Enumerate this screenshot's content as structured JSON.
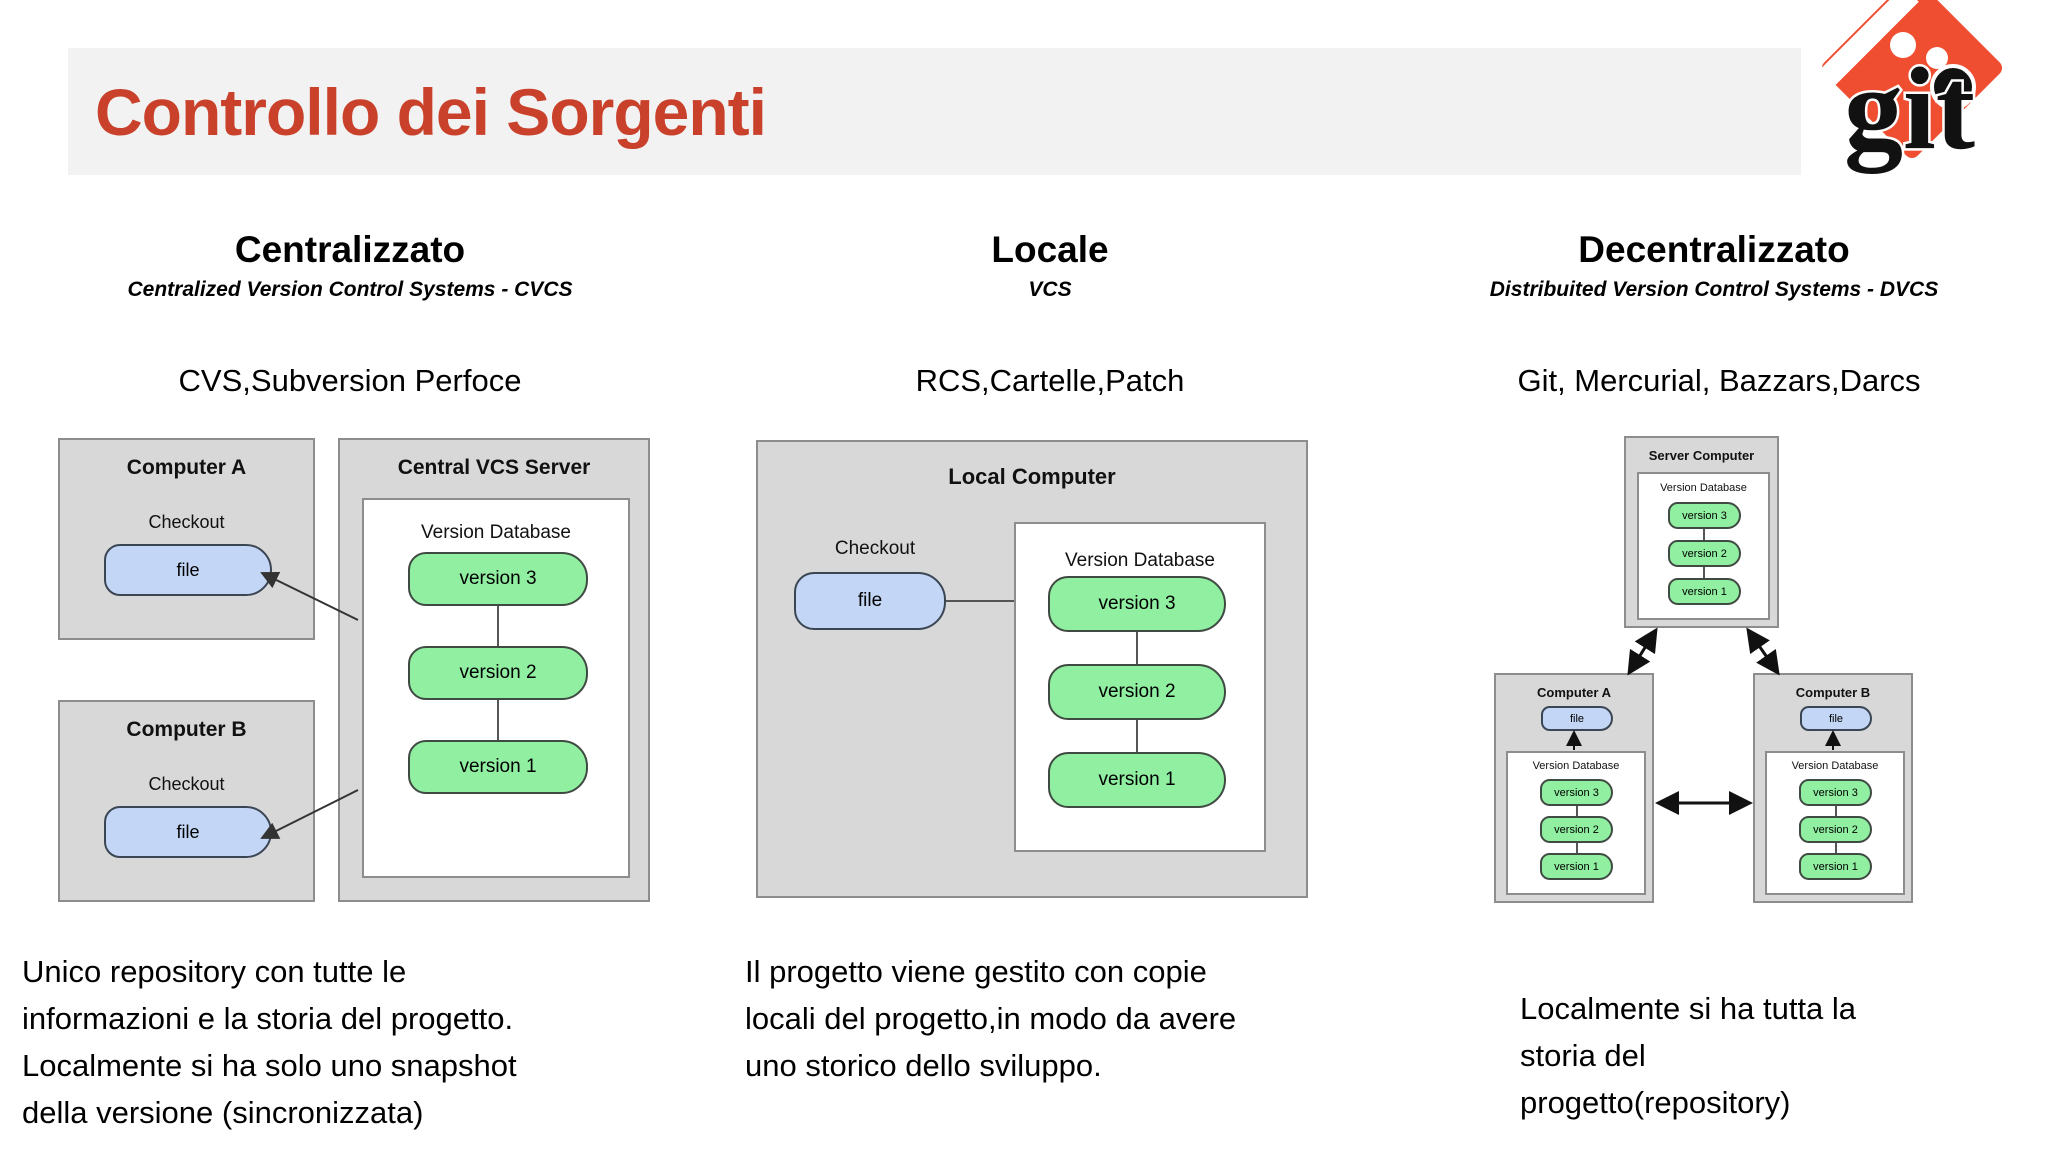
{
  "slide": {
    "title": "Controllo dei Sorgenti",
    "title_color": "#c9412a",
    "band_color": "#f2f2f2",
    "logo": {
      "name": "git-logo",
      "wordmark": "git",
      "color": "#f04e30"
    }
  },
  "columns": [
    {
      "id": "centralizzato",
      "title": "Centralizzato",
      "subtitle": "Centralized Version Control Systems - CVCS",
      "tools": "CVS,Subversion Perfoce",
      "note": "Unico repository con tutte le\ninformazioni  e la storia del progetto.\nLocalmente si ha solo uno snapshot\ndella versione (sincronizzata)"
    },
    {
      "id": "locale",
      "title": "Locale",
      "subtitle": "VCS",
      "tools": "RCS,Cartelle,Patch",
      "note": "Il progetto viene gestito con copie\nlocali del progetto,in modo da avere\nuno storico dello sviluppo."
    },
    {
      "id": "decentralizzato",
      "title": "Decentralizzato",
      "subtitle": "Distribuited Version Control Systems - DVCS",
      "tools": "Git, Mercurial, Bazzars,Darcs",
      "note": "Localmente si ha tutta la\nstoria del\nprogetto(repository)"
    }
  ],
  "diagram_centralized": {
    "computer_a": {
      "title": "Computer A",
      "checkout_label": "Checkout",
      "file_label": "file"
    },
    "computer_b": {
      "title": "Computer B",
      "checkout_label": "Checkout",
      "file_label": "file"
    },
    "server": {
      "title": "Central VCS Server",
      "db_label": "Version Database",
      "versions": [
        "version 3",
        "version 2",
        "version 1"
      ]
    }
  },
  "diagram_local": {
    "computer": {
      "title": "Local Computer",
      "checkout_label": "Checkout",
      "file_label": "file"
    },
    "db": {
      "label": "Version Database",
      "versions": [
        "version 3",
        "version 2",
        "version 1"
      ]
    }
  },
  "diagram_distributed": {
    "server": {
      "title": "Server Computer",
      "db_label": "Version Database",
      "versions": [
        "version 3",
        "version 2",
        "version 1"
      ]
    },
    "computer_a": {
      "title": "Computer A",
      "file_label": "file",
      "db_label": "Version Database",
      "versions": [
        "version 3",
        "version 2",
        "version 1"
      ]
    },
    "computer_b": {
      "title": "Computer B",
      "file_label": "file",
      "db_label": "Version Database",
      "versions": [
        "version 3",
        "version 2",
        "version 1"
      ]
    }
  },
  "palette": {
    "panel_gray": "#d8d8d8",
    "panel_border": "#8d8d8d",
    "version_green": "#90efa1",
    "file_blue": "#c3d6f5",
    "white": "#ffffff"
  }
}
